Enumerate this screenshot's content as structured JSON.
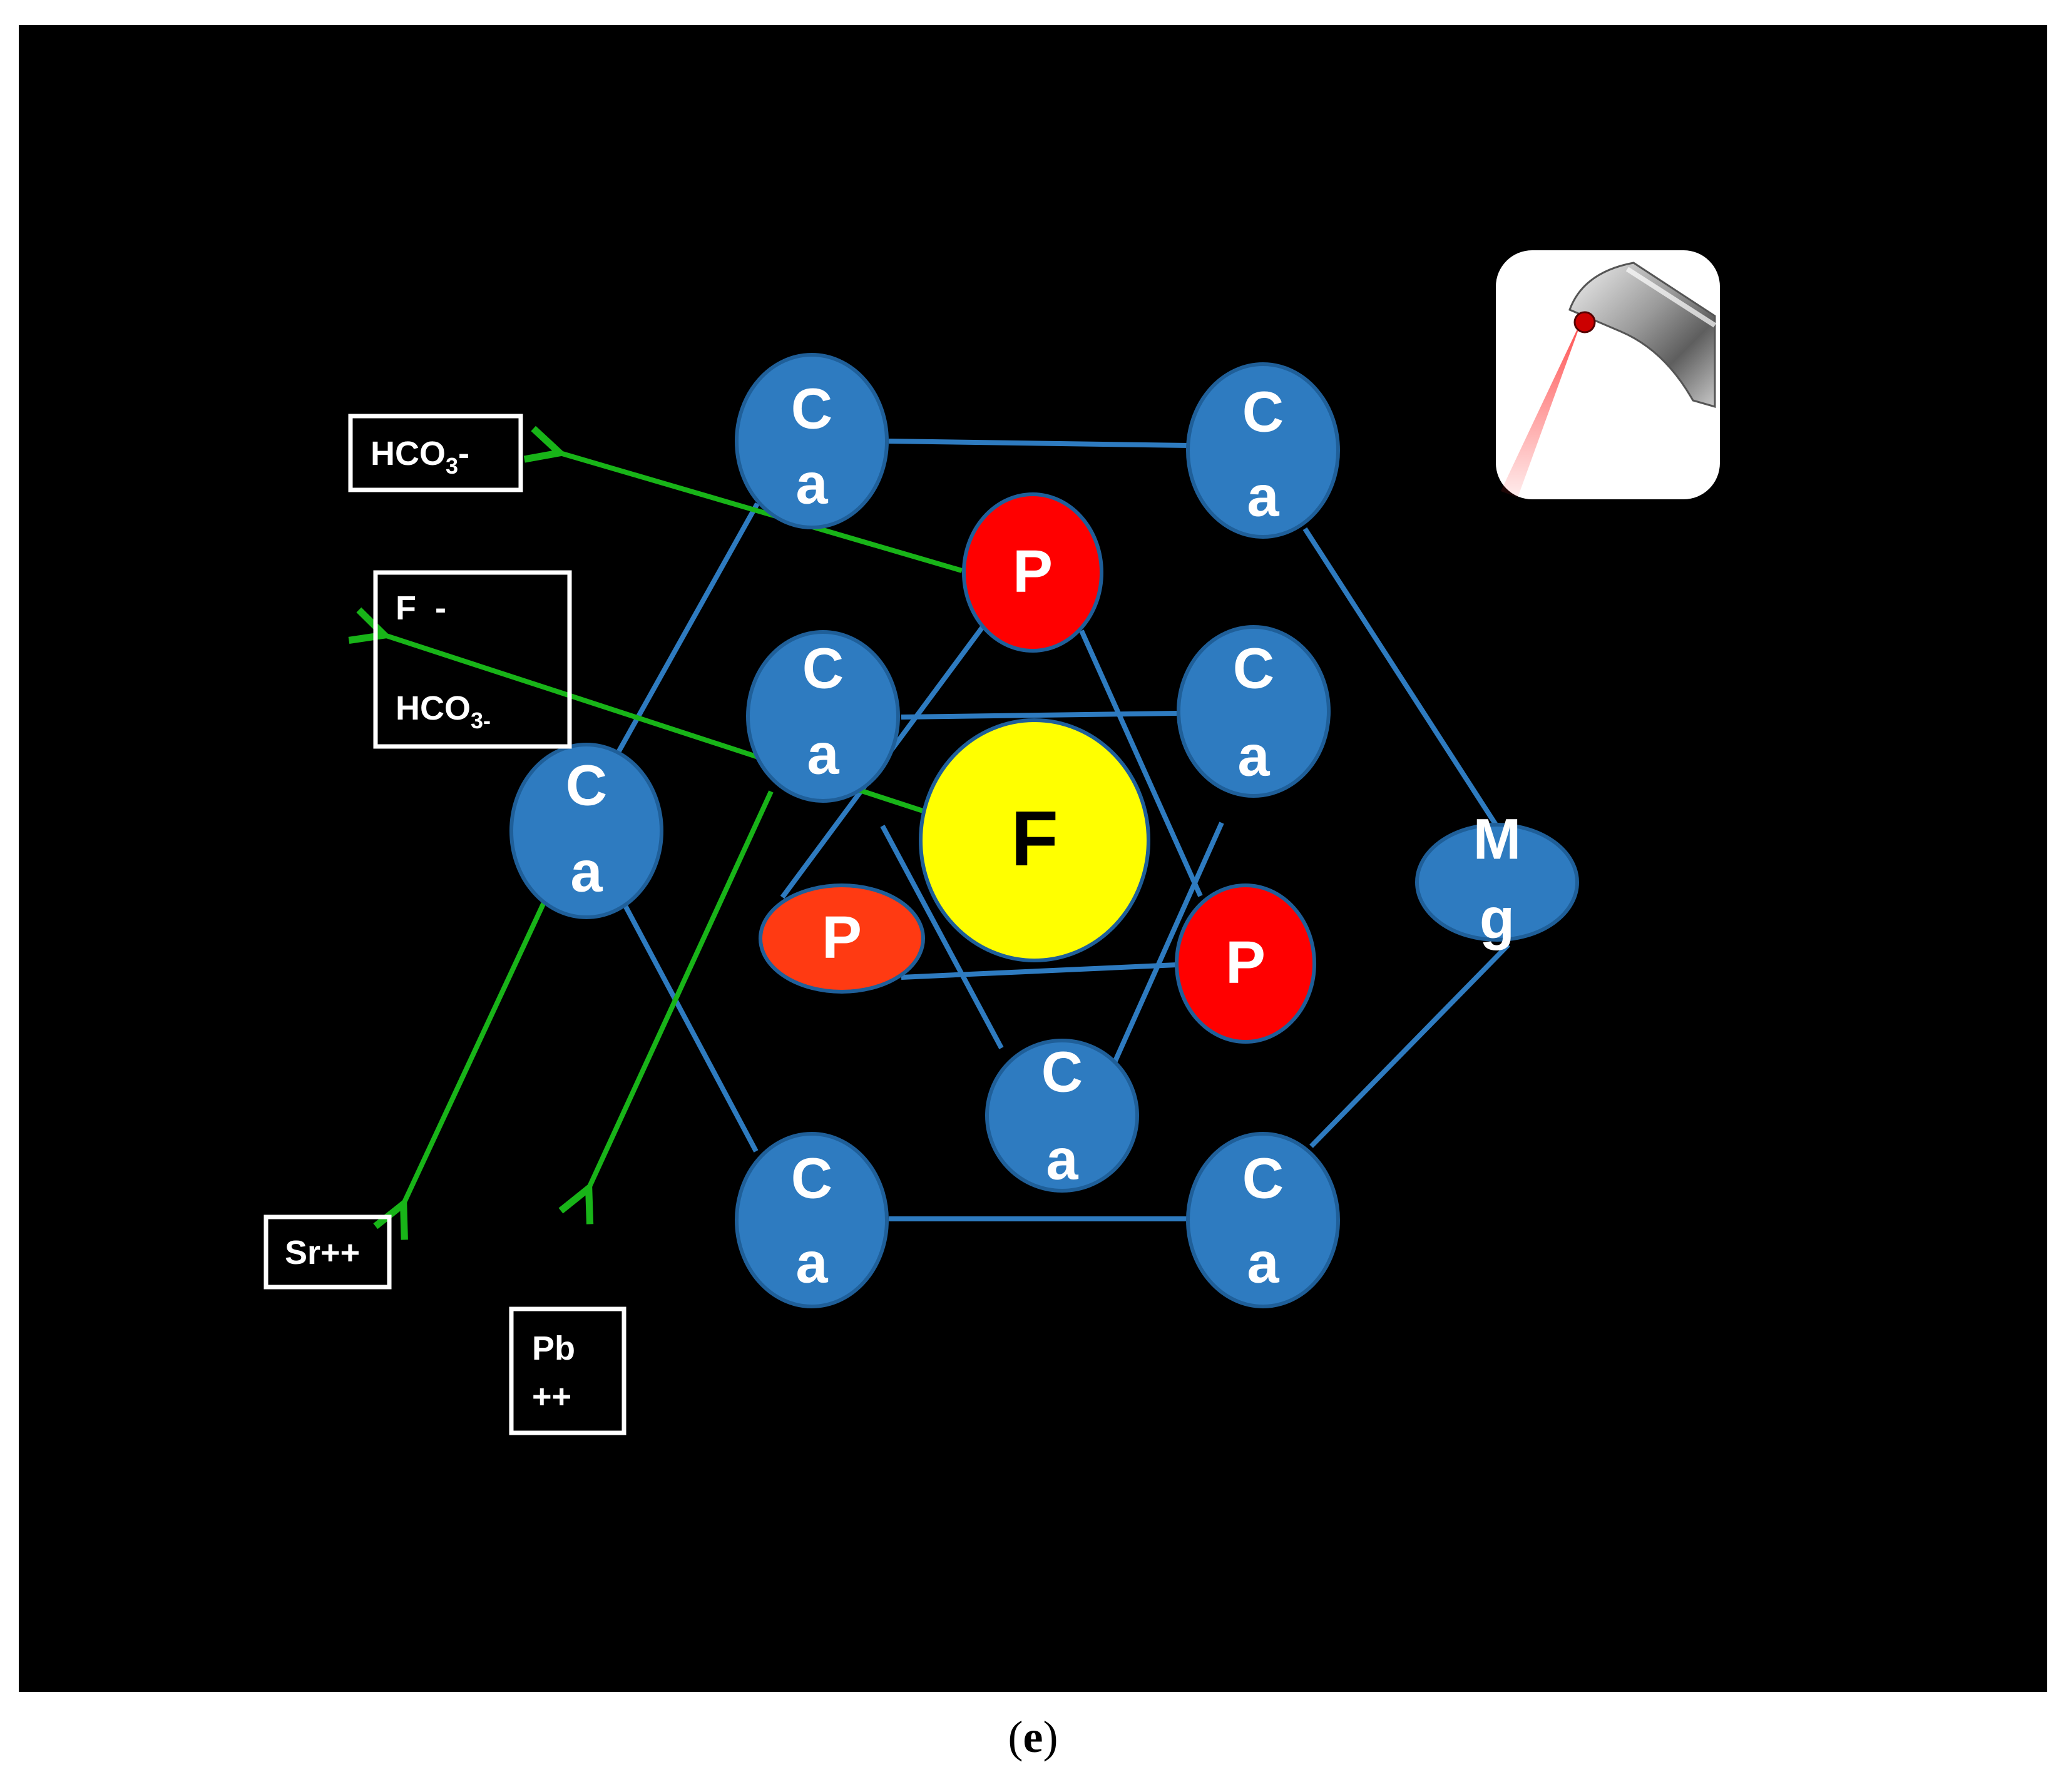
{
  "colors": {
    "background": "#000000",
    "calcium": "#2e7bc0",
    "calcium_stroke": "#1f5f99",
    "phosphorus": "#ff0000",
    "phosphorus_alt": "#ff3a12",
    "fluoride": "#ffff00",
    "bond": "#2e7bc0",
    "arrow": "#18b418",
    "label_box": "#ffffff",
    "laser": "#ff2a2a"
  },
  "atoms": {
    "ca_outer_top_left": [
      "C",
      "a"
    ],
    "ca_outer_top_right": [
      "C",
      "a"
    ],
    "ca_outer_left": [
      "C",
      "a"
    ],
    "ca_outer_bottom_left": [
      "C",
      "a"
    ],
    "ca_outer_bottom_right": [
      "C",
      "a"
    ],
    "mg": [
      "M",
      "g"
    ],
    "ca_inner_top_left": [
      "C",
      "a"
    ],
    "ca_inner_top_right": [
      "C",
      "a"
    ],
    "ca_inner_bottom": [
      "C",
      "a"
    ],
    "p_top": "P",
    "p_left": "P",
    "p_right": "P",
    "f_center": "F"
  },
  "labels": {
    "hco3_top": {
      "main": "HCO",
      "sub": "3",
      "suffix": "-"
    },
    "f_hco3": {
      "f_line": "F  -",
      "main": "HCO",
      "sub": "3-"
    },
    "sr": "Sr++",
    "pb": [
      "Pb",
      "++"
    ]
  },
  "icons": {
    "laser_handpiece": "laser-handpiece-icon"
  },
  "caption": {
    "open": "(",
    "letter": "e",
    "close": ")"
  }
}
